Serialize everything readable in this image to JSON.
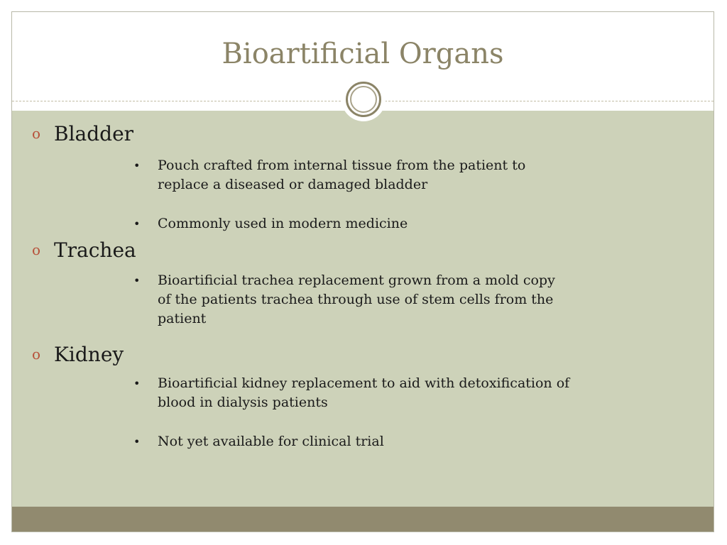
{
  "slide": {
    "title": "Bioartificial Organs",
    "sections": [
      {
        "heading": "Bladder",
        "marker": "o",
        "points": [
          "Pouch crafted from internal tissue from the patient to replace a diseased or damaged bladder",
          "Commonly used in modern medicine"
        ]
      },
      {
        "heading": "Trachea",
        "marker": "o",
        "points": [
          "Bioartificial trachea replacement grown from a mold copy of the patients trachea through use of stem cells from the patient"
        ]
      },
      {
        "heading": "Kidney",
        "marker": "o",
        "points": [
          "Bioartificial kidney replacement to aid with detoxification of blood in dialysis patients",
          "Not yet available for clinical trial"
        ]
      }
    ],
    "bullet_char": "•",
    "colors": {
      "title": "#8b8467",
      "content_background": "#cdd2b9",
      "footer_bar": "#918a6f",
      "marker": "#b7513a"
    }
  }
}
